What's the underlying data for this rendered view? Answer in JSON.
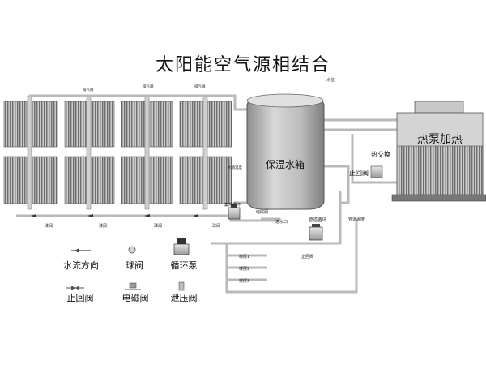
{
  "title": "太阳能空气源相结合",
  "tank": {
    "label": "保温水箱",
    "top_label": "水位",
    "side_label": "水箱温度"
  },
  "heat_pump": {
    "label": "热泵加热"
  },
  "heat_exchanger": {
    "label": "热交换"
  },
  "check_valve_label": "止回阀",
  "check_valve_label_small": "止回阀",
  "exhaust_valve_labels": [
    "排气阀",
    "排气阀",
    "排气阀"
  ],
  "ball_valve_labels": [
    "球阀",
    "球阀",
    "球阀",
    "球阀"
  ],
  "pipe_labels": {
    "heat_cycle_pump": "集热循环",
    "solenoid": "电磁阀",
    "inlet": "进水口",
    "pipe_circulation": "管道循环",
    "pipe_temp": "管道温度"
  },
  "floor_labels": [
    "楼层1",
    "楼层2",
    "楼层3"
  ],
  "legend": {
    "flow_direction": "水流方向",
    "ball_valve": "球阀",
    "circ_pump": "循环泵",
    "check_valve": "止回阀",
    "solenoid_valve": "电磁阀",
    "relief_valve": "泄压阀"
  },
  "colors": {
    "pipe": "#b9b9b9",
    "panel": "#8a8a8a",
    "tank": "#bdbdbd",
    "line": "#333333"
  }
}
